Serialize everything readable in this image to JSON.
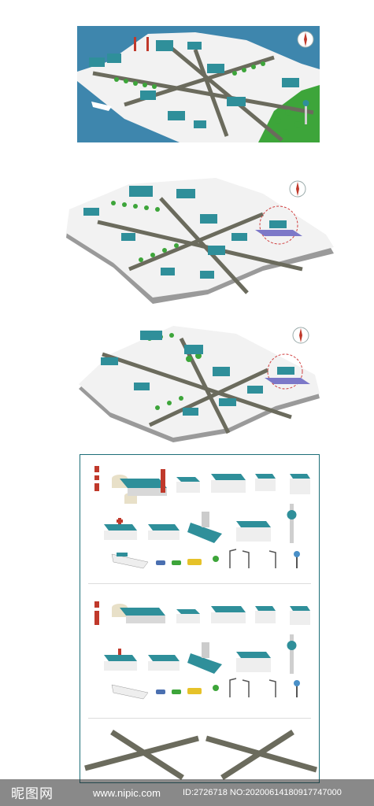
{
  "watermark": {
    "logo": "昵图网",
    "url": "www.nipic.com",
    "id_text": "ID:2726718 NO:20200614180917747000"
  },
  "colors": {
    "sea": "#3e86ad",
    "grass": "#3da53a",
    "road": "#6b6b5d",
    "ground": "#f2f2f2",
    "building_roof": "#2f8f9a",
    "frame": "#1d6e78"
  },
  "icons": [
    "compass-icon",
    "chimney-icon",
    "storage-tank-icon",
    "factory-icon",
    "office-building-icon",
    "hospital-icon",
    "station-icon",
    "tv-tower-icon",
    "ship-icon",
    "car-icon",
    "bus-icon",
    "tree-icon",
    "street-lamp-icon",
    "sign-icon"
  ]
}
